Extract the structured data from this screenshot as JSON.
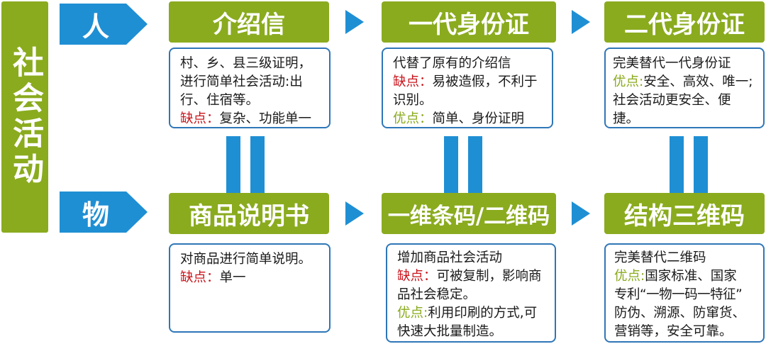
{
  "side_title": "社会活动",
  "rows": [
    {
      "label": "人",
      "stages": [
        {
          "title": "介绍信",
          "lines": [
            {
              "text": "村、乡、县三级证明，"
            },
            {
              "text": "进行简单社会活动:出"
            },
            {
              "text": "行、住宿等。"
            },
            {
              "prefix": "缺点：",
              "kind": "neg",
              "text": "复杂、功能单一"
            }
          ]
        },
        {
          "title": "一代身份证",
          "lines": [
            {
              "text": "代替了原有的介绍信"
            },
            {
              "prefix": "缺点：",
              "kind": "neg",
              "text": "易被造假，不利于"
            },
            {
              "text": "识别。"
            },
            {
              "prefix": "优点：",
              "kind": "pos",
              "text": "简单、身份证明"
            }
          ]
        },
        {
          "title": "二代身份证",
          "lines": [
            {
              "text": "完美替代一代身份证"
            },
            {
              "prefix": "优点:",
              "kind": "pos",
              "text": "安全、高效、唯一;"
            },
            {
              "text": "社会活动更安全、便捷。"
            }
          ]
        }
      ]
    },
    {
      "label": "物",
      "stages": [
        {
          "title": "商品说明书",
          "lines": [
            {
              "text": "对商品进行简单说明。"
            },
            {
              "prefix": "缺点：",
              "kind": "neg",
              "text": "单一"
            }
          ]
        },
        {
          "title": "一维条码/二维码",
          "lines": [
            {
              "text": "增加商品社会活动"
            },
            {
              "prefix": "缺点：",
              "kind": "neg",
              "text": "可被复制，影响商"
            },
            {
              "text": "品社会稳定。"
            },
            {
              "prefix": "优点:",
              "kind": "pos",
              "text": "利用印刷的方式,可"
            },
            {
              "text": "快速大批量制造。"
            }
          ]
        },
        {
          "title": "结构三维码",
          "lines": [
            {
              "text": "完美替代二维码"
            },
            {
              "prefix": "优点:",
              "kind": "pos",
              "text": "国家标准、国家"
            },
            {
              "text": "专利“一物一码一特征”"
            },
            {
              "text": "防伪、溯源、防窜货、"
            },
            {
              "text": "营销等，安全可靠。"
            }
          ]
        }
      ]
    }
  ],
  "colors": {
    "green": "#8aab1e",
    "blue": "#1f8fd4",
    "border": "#2e76b8",
    "negative": "#c8161d"
  }
}
